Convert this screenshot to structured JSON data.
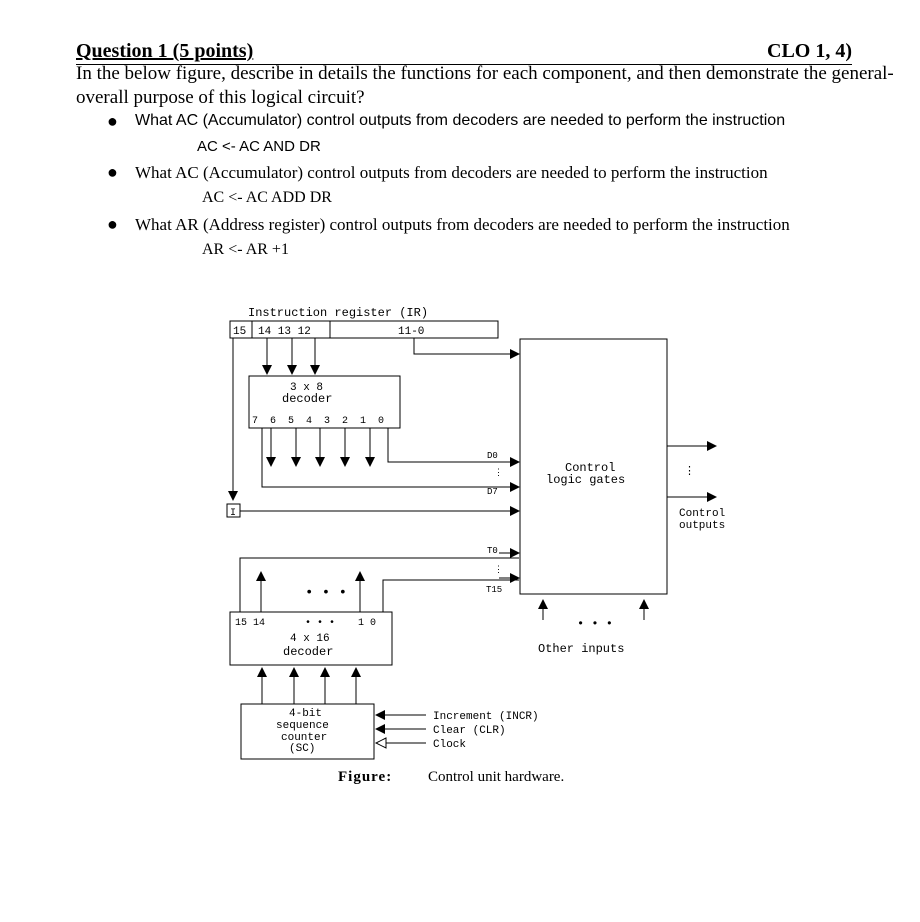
{
  "question": {
    "heading_left": "Question 1 (5 points)",
    "heading_right": "CLO 1, 4)",
    "intro": "In the below figure, describe in details the functions for each component, and then demonstrate the general-overall purpose of this logical circuit?"
  },
  "bullets": [
    {
      "text": "What AC (Accumulator) control outputs from decoders are needed to perform the instruction",
      "instruction": "AC <- AC AND DR"
    },
    {
      "text": "What AC (Accumulator) control outputs from decoders are needed to perform the instruction",
      "instruction": "AC <- AC ADD DR"
    },
    {
      "text": "What AR (Address register) control outputs from decoders are needed to perform the instruction",
      "instruction": "AR <- AR +1"
    }
  ],
  "figure": {
    "ir_label": "Instruction register (IR)",
    "ir_bit15": "15",
    "ir_bits_opcode": "14 13 12",
    "ir_bits_address": "11-0",
    "dec3_line1": "3 x 8",
    "dec3_line2": "decoder",
    "dec3_outputs": "7 6 5 4 3 2 1 0",
    "i_label": "I",
    "d0": "D0",
    "d7": "D7",
    "t0": "T0",
    "t15": "T15",
    "control_line1": "Control",
    "control_line2": "logic gates",
    "control_out1": "Control",
    "control_out2": "outputs",
    "other_inputs": "Other inputs",
    "dec4_outputs_left": "15 14",
    "dec4_outputs_right": "1 0",
    "dec4_line1": "4 x 16",
    "dec4_line2": "decoder",
    "sc_line1": "4-bit",
    "sc_line2": "sequence",
    "sc_line3": "counter",
    "sc_line4": "(SC)",
    "increment": "Increment (INCR)",
    "clear": "Clear (CLR)",
    "clock": "Clock",
    "caption_bold": "Figure:",
    "caption_text": "Control unit hardware."
  }
}
